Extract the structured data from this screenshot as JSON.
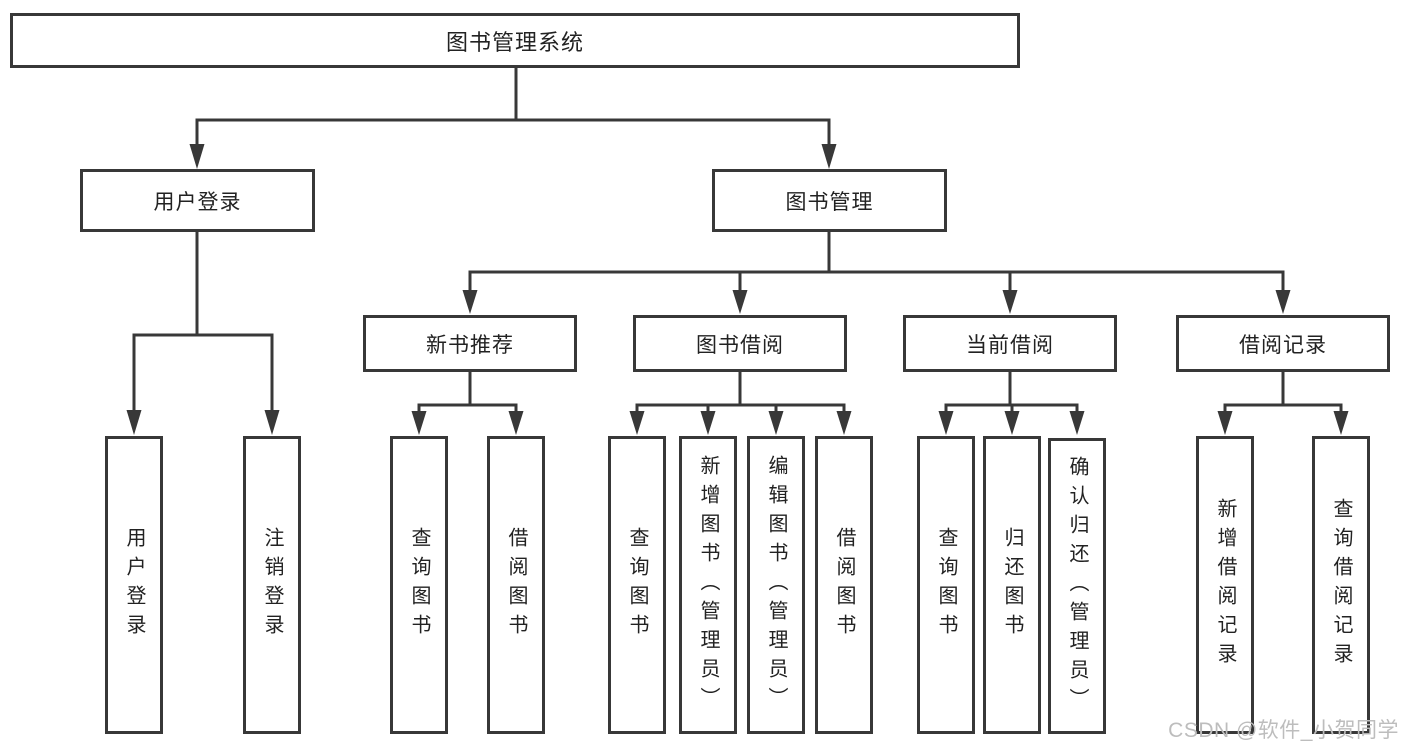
{
  "diagram_type": "functional-decomposition-tree",
  "tree": {
    "label": "图书管理系统",
    "children": [
      {
        "label": "用户登录",
        "children": [
          {
            "label": "用户登录"
          },
          {
            "label": "注销登录"
          }
        ]
      },
      {
        "label": "图书管理",
        "children": [
          {
            "label": "新书推荐",
            "children": [
              {
                "label": "查询图书"
              },
              {
                "label": "借阅图书"
              }
            ]
          },
          {
            "label": "图书借阅",
            "children": [
              {
                "label": "查询图书"
              },
              {
                "label": "新增图书（管理员）"
              },
              {
                "label": "编辑图书（管理员）"
              },
              {
                "label": "借阅图书"
              }
            ]
          },
          {
            "label": "当前借阅",
            "children": [
              {
                "label": "查询图书"
              },
              {
                "label": "归还图书"
              },
              {
                "label": "确认归还（管理员）"
              }
            ]
          },
          {
            "label": "借阅记录",
            "children": [
              {
                "label": "新增借阅记录"
              },
              {
                "label": "查询借阅记录"
              }
            ]
          }
        ]
      }
    ]
  },
  "watermark": {
    "text": "CSDN @软件_小贺同学"
  },
  "colors": {
    "line": "#383838",
    "text": "#222222",
    "watermark": "#bdbdbd",
    "background": "#ffffff"
  }
}
